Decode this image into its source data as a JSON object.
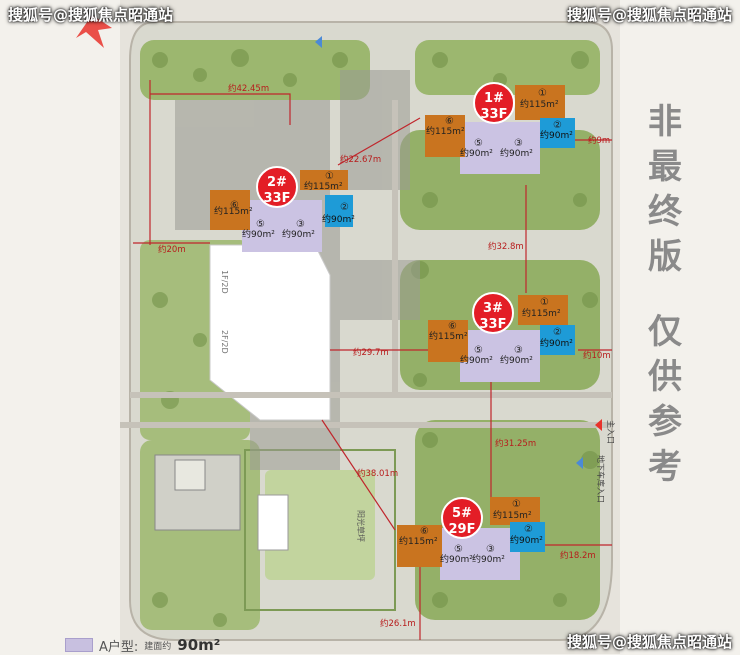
{
  "watermarks": {
    "top_left": "搜狐号@搜狐焦点昭通站",
    "top_right": "搜狐号@搜狐焦点昭通站",
    "bottom_right": "搜狐号@搜狐焦点昭通站"
  },
  "disclaimer": [
    "非",
    "最",
    "终",
    "版",
    "仅",
    "供",
    "参",
    "考"
  ],
  "legend": {
    "type_label": "A户型:",
    "area_note": "建面约",
    "area_value": "90m²"
  },
  "buildings": [
    {
      "id": "2#",
      "floors": "33F",
      "units": [
        {
          "n": "①",
          "area": "约115m²"
        },
        {
          "n": "②",
          "area": "约90m²"
        },
        {
          "n": "③",
          "area": "约90m²"
        },
        {
          "n": "⑤",
          "area": "约90m²"
        },
        {
          "n": "⑥",
          "area": "约115m²"
        }
      ]
    },
    {
      "id": "1#",
      "floors": "33F",
      "units": [
        {
          "n": "①",
          "area": "约115m²"
        },
        {
          "n": "②",
          "area": "约90m²"
        },
        {
          "n": "③",
          "area": "约90m²"
        },
        {
          "n": "⑤",
          "area": "约90m²"
        },
        {
          "n": "⑥",
          "area": "约115m²"
        }
      ]
    },
    {
      "id": "3#",
      "floors": "33F",
      "units": [
        {
          "n": "①",
          "area": "约115m²"
        },
        {
          "n": "②",
          "area": "约90m²"
        },
        {
          "n": "③",
          "area": "约90m²"
        },
        {
          "n": "⑤",
          "area": "约90m²"
        },
        {
          "n": "⑥",
          "area": "约115m²"
        }
      ]
    },
    {
      "id": "5#",
      "floors": "29F",
      "units": [
        {
          "n": "①",
          "area": "约115m²"
        },
        {
          "n": "②",
          "area": "约90m²"
        },
        {
          "n": "③",
          "area": "约90m²"
        },
        {
          "n": "⑤",
          "area": "约90m²"
        },
        {
          "n": "⑥",
          "area": "约115m²"
        }
      ]
    }
  ],
  "distances": [
    "约42.45m",
    "约22.67m",
    "约9m",
    "约20m",
    "约32.8m",
    "约10m",
    "约29.7m",
    "约31.25m",
    "约38.01m",
    "约18.2m",
    "约26.1m"
  ],
  "site_labels": [
    "1F/2D",
    "2F/2D",
    "阳光草坪",
    "主入口",
    "地下车库入口"
  ],
  "colors": {
    "unit_115": "#c9741f",
    "unit_90_blue": "#1e9bd7",
    "unit_90_lavender": "#cbc3e3",
    "badge": "#e31d26",
    "dimension_line": "#c0262c",
    "greenery": "#8fae62"
  }
}
